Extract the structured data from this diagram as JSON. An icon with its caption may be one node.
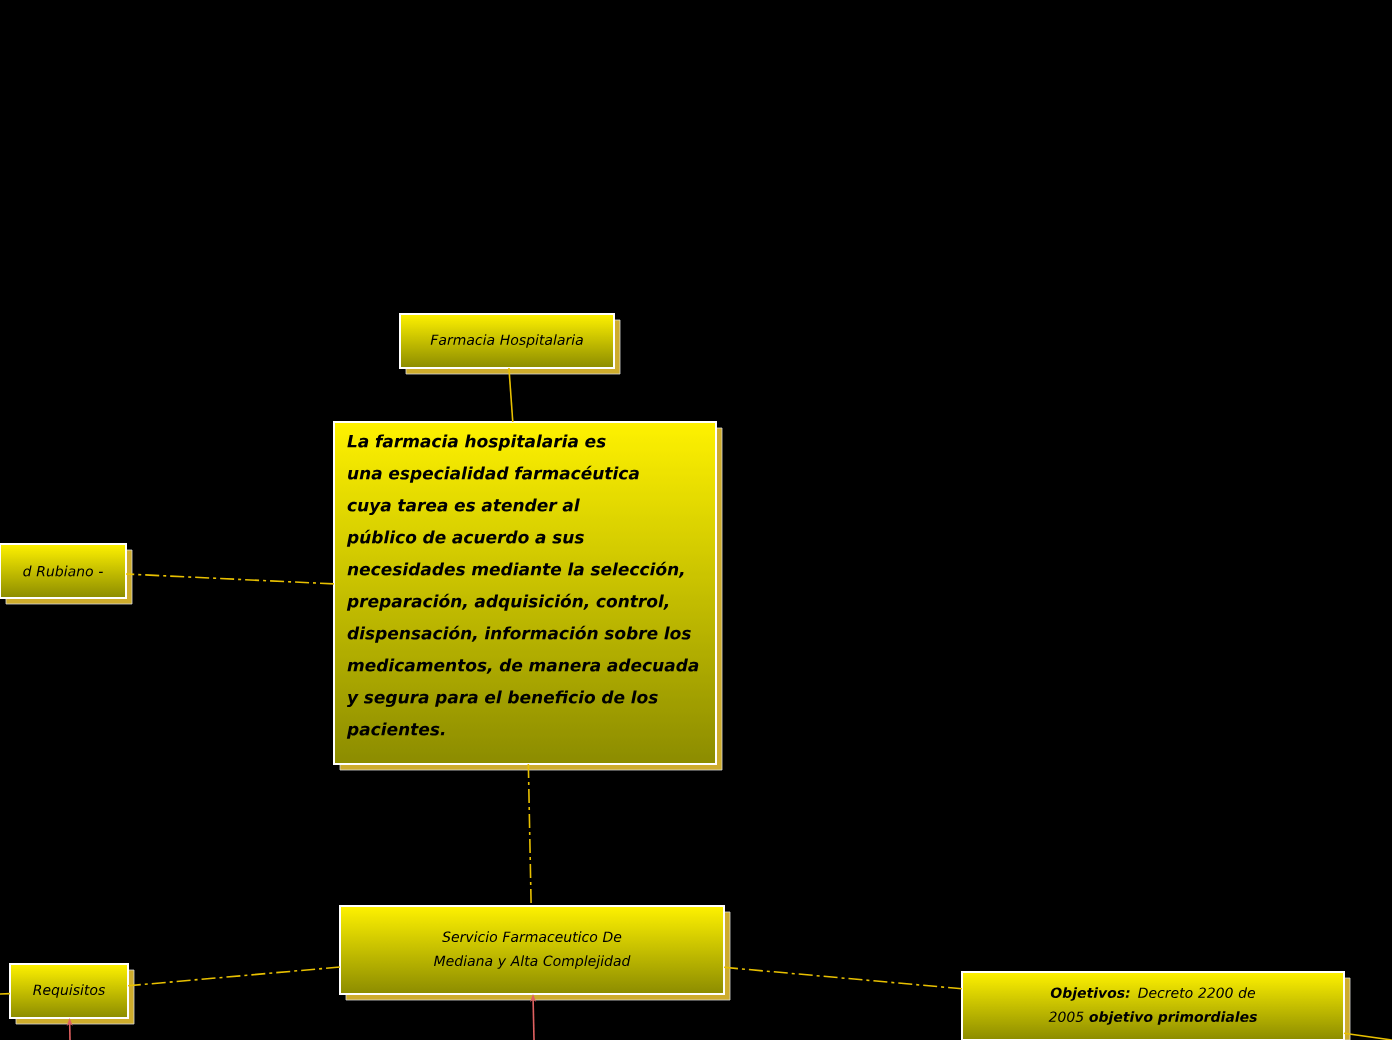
{
  "diagram": {
    "nodes": [
      {
        "text": [
          "Farmacia Hospitalaria"
        ]
      },
      {
        "text": [
          "La farmacia hospitalaria es una especialidad farmacéutica cuya tarea es atender al público de acuerdo a sus necesidades mediante la selección, preparación, adquisición, control, dispensación, información sobre los medicamentos, de manera adecuada y segura para el beneficio de los pacientes."
        ]
      },
      {
        "text": [
          "d Rubiano -"
        ]
      },
      {
        "text": [
          "Servicio Farmaceutico De Mediana y Alta Complejidad"
        ]
      },
      {
        "text": [
          "Requisitos"
        ]
      },
      {
        "text": [
          "**Objetivos:** Decreto 2200 de 2005 **objetivo primordiales**"
        ]
      }
    ],
    "edges": [
      {
        "from": 0,
        "to": 1,
        "arrow": "none"
      },
      {
        "from": 1,
        "to": 2,
        "arrow": "none",
        "style": "dashed"
      },
      {
        "from": 1,
        "to": 3,
        "arrow": "none",
        "style": "dashed"
      },
      {
        "from": 3,
        "to": 4,
        "arrow": "none",
        "style": "dashed"
      },
      {
        "from": 3,
        "to": 5,
        "arrow": "none",
        "style": "dashed"
      },
      {
        "from": null,
        "to": 3,
        "arrow": "to",
        "color": "#e06060"
      },
      {
        "from": null,
        "to": 4,
        "arrow": "to",
        "color": "#e06060"
      },
      {
        "from": 5,
        "to": null,
        "arrow": "none"
      },
      {
        "from": null,
        "to": 4,
        "arrow": "none"
      }
    ]
  }
}
